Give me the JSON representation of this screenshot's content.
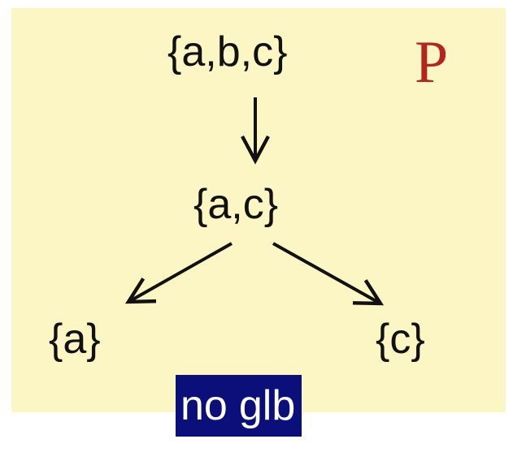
{
  "diagram": {
    "background_color": "#fbf6c4",
    "poset_label": "P",
    "poset_label_color": "#b3261e",
    "nodes": {
      "top": "{a,b,c}",
      "middle": "{a,c}",
      "left": "{a}",
      "right": "{c}"
    },
    "edges": [
      {
        "from": "{a,b,c}",
        "to": "{a,c}"
      },
      {
        "from": "{a,c}",
        "to": "{a}"
      },
      {
        "from": "{a,c}",
        "to": "{c}"
      }
    ],
    "badge": {
      "word1": "no",
      "word2": "glb",
      "color": "#0a0f7a"
    }
  }
}
